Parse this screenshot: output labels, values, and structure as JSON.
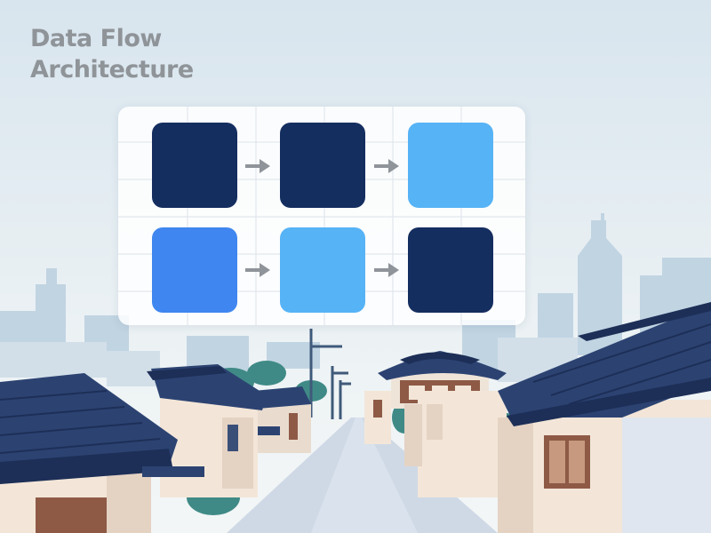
{
  "title": {
    "line1": "Data Flow",
    "line2": "Architecture"
  },
  "colors": {
    "sky_top": "#d9e6ef",
    "sky_bottom": "#f2f6f7",
    "skyline": "#b9cfdf",
    "roof": "#2c4372",
    "roof_dark": "#1d2f57",
    "wall": "#f3e6d8",
    "wall_side": "#e2d1c2",
    "tree": "#3f8a86",
    "road": "#cfd9e6",
    "node_navy": "#152e60",
    "node_blue": "#3f86f0",
    "node_sky": "#56b3f6",
    "arrow": "#8f949a"
  },
  "diagram": {
    "rows": [
      {
        "nodes": [
          "navy",
          "navy",
          "sky"
        ]
      },
      {
        "nodes": [
          "blue",
          "sky",
          "navy"
        ]
      }
    ],
    "arrow_icon": "arrow-right-icon"
  }
}
